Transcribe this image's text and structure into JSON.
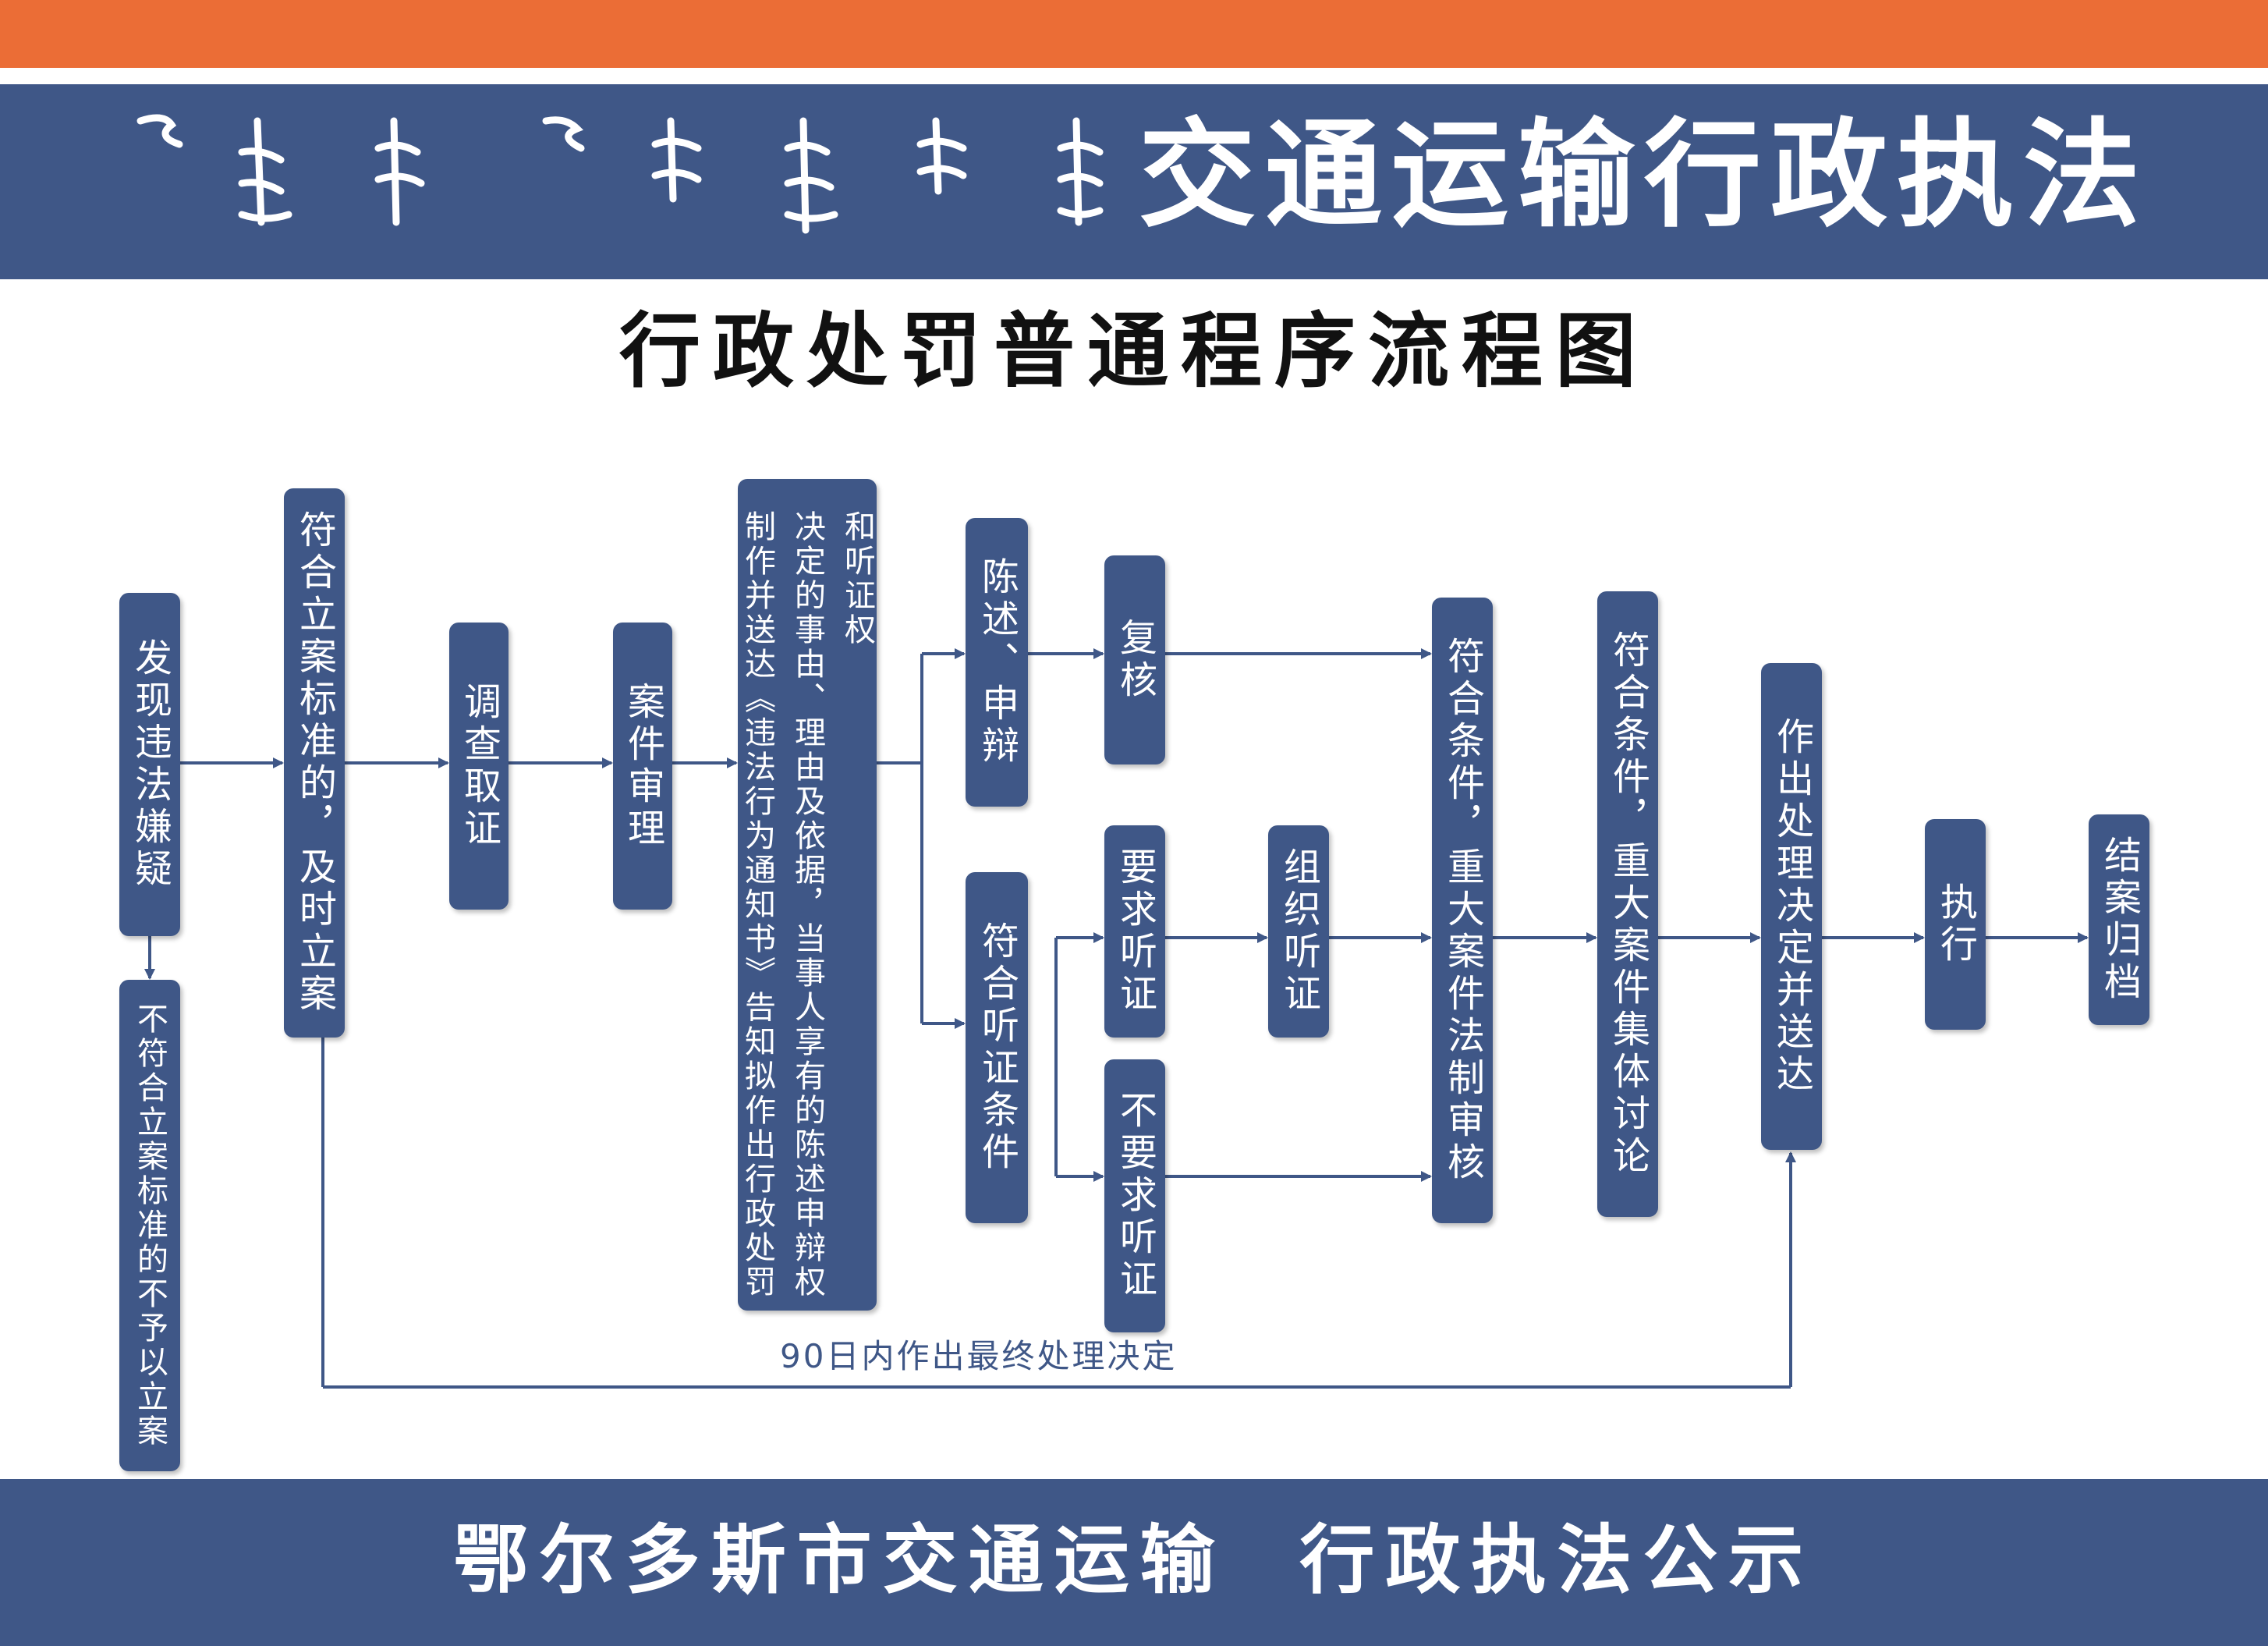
{
  "header": {
    "title": "交通运输行政执法"
  },
  "page_title": "行政处罚普通程序流程图",
  "footer": {
    "text": "鄂尔多斯市交通运输  行政执法公示"
  },
  "nodes": {
    "discover": "发现违法嫌疑",
    "not_qualify": "不符合立案标准的不予以立案",
    "register": "符合立案标准的，及时立案",
    "investigate": "调查取证",
    "review_case": "案件审理",
    "notify_part3": "和听证权",
    "notify_part2": "决定的事由、理由及依据，当事人享有的陈述申辩权",
    "notify_part1": "制作并送达《违法行为通知书》告知拟作出行政处罚",
    "statement": "陈述、申辩",
    "recheck": "复核",
    "hearing_cond": "符合听证条件",
    "request_hearing": "要求听证",
    "no_hearing": "不要求听证",
    "organize_hearing": "组织听证",
    "legal_review": "符合条件，重大案件法制审核",
    "group_discussion": "符合条件，重大案件集体讨论",
    "decision": "作出处理决定并送达",
    "execute": "执行",
    "archive": "结案归档"
  },
  "deadline_label": "90日内作出最终处理决定",
  "colors": {
    "band": "#3F5787",
    "accent": "#EB6D36",
    "box": "#3F5787",
    "text": "#ffffff",
    "line": "#3F5787"
  }
}
